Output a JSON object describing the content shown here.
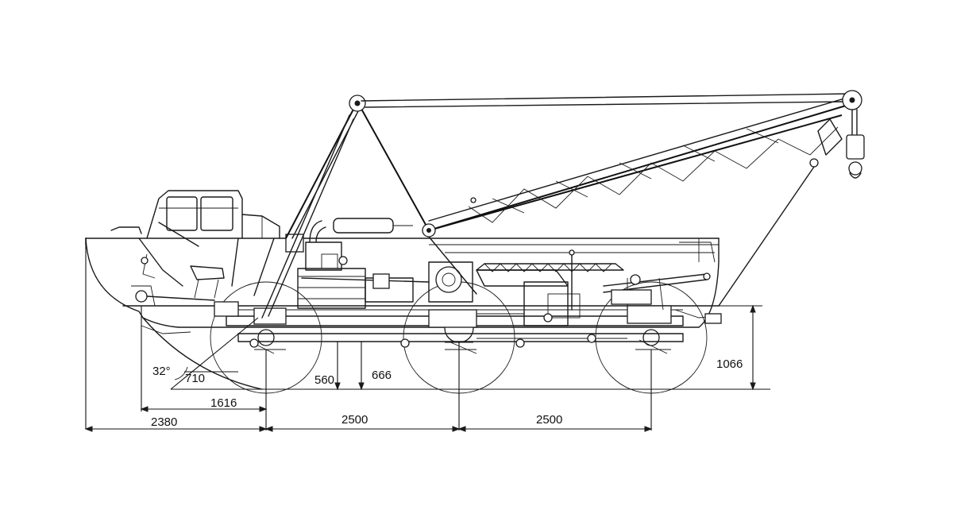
{
  "diagram": {
    "labels": {
      "angle": "32°",
      "front_overhang": "710",
      "ground_clearance_a": "560",
      "ground_clearance_b": "666",
      "rear_height": "1066",
      "front_to_axle": "1616",
      "overall_front": "2380",
      "wheelbase_1": "2500",
      "wheelbase_2": "2500"
    }
  }
}
